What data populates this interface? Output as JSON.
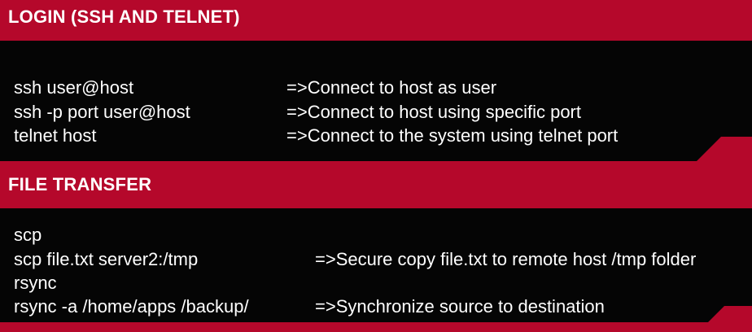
{
  "sections": [
    {
      "title": "LOGIN (SSH AND TELNET)",
      "rows": [
        {
          "command": "ssh user@host",
          "description": "=>Connect to host as user"
        },
        {
          "command": "ssh -p port user@host",
          "description": "=>Connect to host using specific port"
        },
        {
          "command": "telnet host",
          "description": "=>Connect to the system using telnet port"
        }
      ]
    },
    {
      "title": "FILE TRANSFER",
      "rows": [
        {
          "command": "scp",
          "description": ""
        },
        {
          "command": "scp file.txt server2:/tmp",
          "description": "=>Secure copy file.txt to remote host /tmp folder"
        },
        {
          "command": "rsync",
          "description": ""
        },
        {
          "command": "rsync -a /home/apps /backup/",
          "description": "=>Synchronize source to destination"
        }
      ]
    }
  ],
  "colors": {
    "background": "#b5082b",
    "panel": "#050505",
    "text": "#ffffff"
  }
}
